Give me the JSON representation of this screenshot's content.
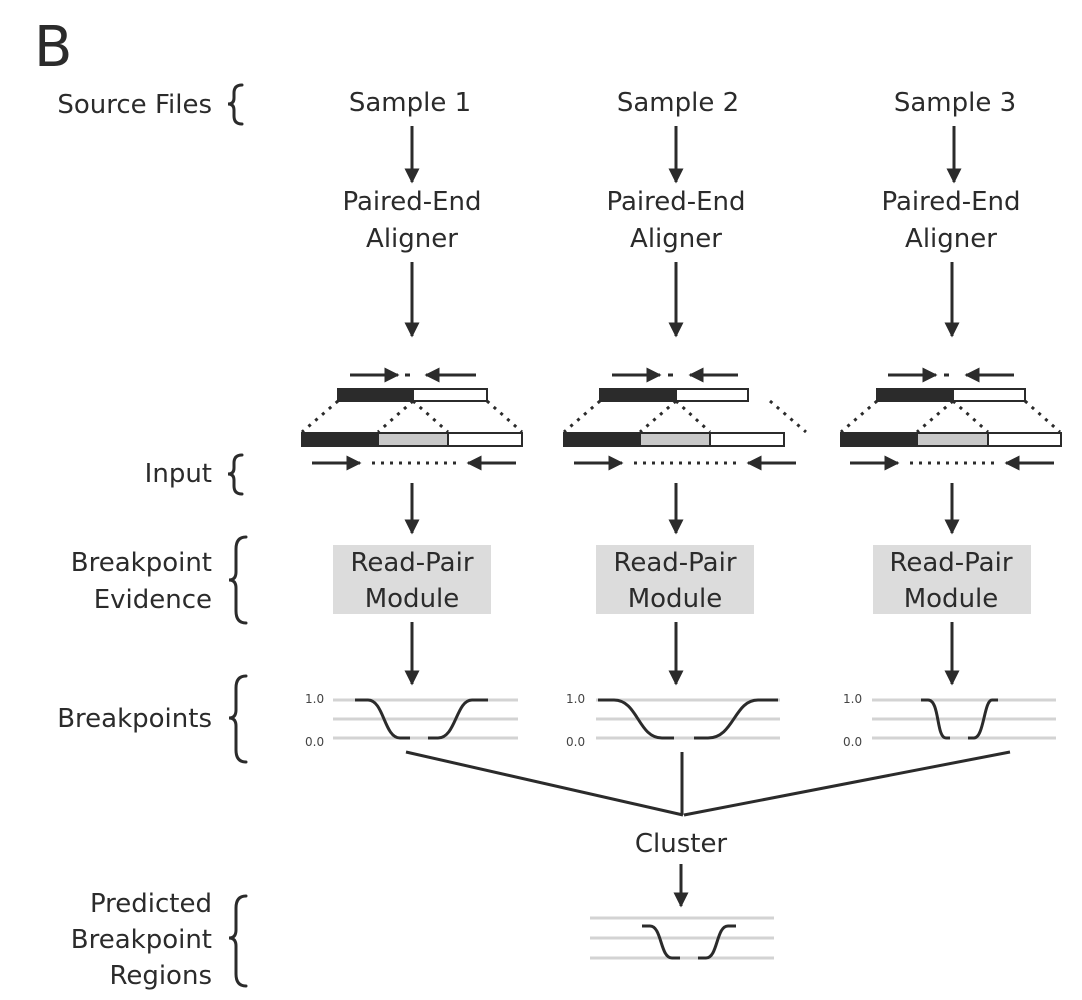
{
  "panel_label": "B",
  "row_labels": {
    "source_files": "Source Files",
    "input": "Input",
    "breakpoint_evidence": [
      "Breakpoint",
      "Evidence"
    ],
    "breakpoints": "Breakpoints",
    "predicted_regions": [
      "Predicted",
      "Breakpoint",
      "Regions"
    ]
  },
  "samples": [
    {
      "name": "Sample 1",
      "aligner": [
        "Paired-End",
        "Aligner"
      ],
      "module": [
        "Read-Pair",
        "Module"
      ],
      "tick_top": "1.0",
      "tick_bottom": "0.0"
    },
    {
      "name": "Sample 2",
      "aligner": [
        "Paired-End",
        "Aligner"
      ],
      "module": [
        "Read-Pair",
        "Module"
      ],
      "tick_top": "1.0",
      "tick_bottom": "0.0"
    },
    {
      "name": "Sample 3",
      "aligner": [
        "Paired-End",
        "Aligner"
      ],
      "module": [
        "Read-Pair",
        "Module"
      ],
      "tick_top": "1.0",
      "tick_bottom": "0.0"
    }
  ],
  "cluster_label": "Cluster",
  "colors": {
    "ink": "#2b2b2b",
    "module_box": "#dcdcdc",
    "grey_line": "#d3d3d3",
    "insert": "#c8c8c8"
  }
}
